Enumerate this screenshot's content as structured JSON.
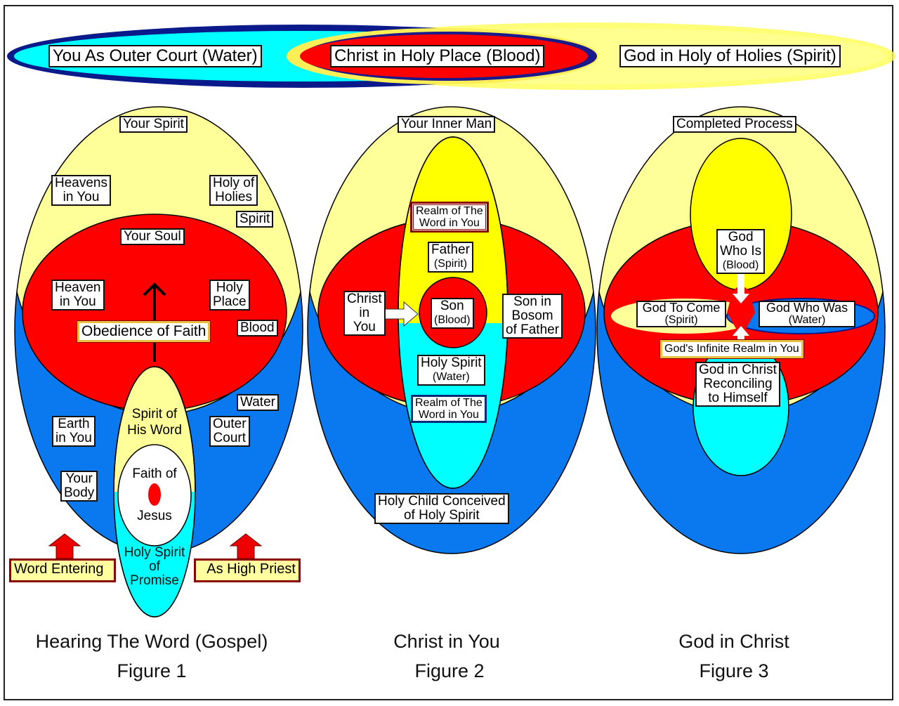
{
  "banner": {
    "outer_court": "You As Outer Court (Water)",
    "holy_place": "Christ in Holy Place (Blood)",
    "holy_of_holies": "God in Holy of Holies (Spirit)"
  },
  "colors": {
    "spirit_yellow": "#ffff99",
    "soul_red": "#ff0000",
    "body_blue": "#0a78ef",
    "water_cyan": "#00ffff",
    "bright_yellow": "#ffff00",
    "navy": "#0a1a8a"
  },
  "figure1": {
    "your_spirit": "Your Spirit",
    "heavens_in_you": [
      "Heavens",
      "in You"
    ],
    "holy_of_holies": [
      "Holy of",
      "Holies"
    ],
    "spirit": "Spirit",
    "your_soul": "Your Soul",
    "heaven_in_you": [
      "Heaven",
      "in You"
    ],
    "holy_place": [
      "Holy",
      "Place"
    ],
    "obedience_of_faith": "Obedience of Faith",
    "blood": "Blood",
    "water": "Water",
    "earth_in_you": [
      "Earth",
      "in You"
    ],
    "outer_court": [
      "Outer",
      "Court"
    ],
    "your_body": [
      "Your",
      "Body"
    ],
    "spirit_of_his_word": [
      "Spirit of",
      "His Word"
    ],
    "faith_of": "Faith of",
    "jesus": "Jesus",
    "holy_spirit_of_promise": [
      "Holy Spirit",
      "of",
      "Promise"
    ],
    "word_entering": "Word Entering",
    "as_high_priest": "As High Priest",
    "caption_title": "Hearing The Word (Gospel)",
    "caption_figure": "Figure 1"
  },
  "figure2": {
    "your_inner_man": "Your Inner Man",
    "realm_of_word_top": [
      "Realm of The",
      "Word in You"
    ],
    "father": [
      "Father",
      "(Spirit)"
    ],
    "christ_in_you": [
      "Christ",
      "in",
      "You"
    ],
    "son": [
      "Son",
      "(Blood)"
    ],
    "son_in_bosom": [
      "Son in",
      "Bosom",
      "of Father"
    ],
    "holy_spirit": [
      "Holy Spirit",
      "(Water)"
    ],
    "realm_of_word_bottom": [
      "Realm of The",
      "Word in You"
    ],
    "holy_child": [
      "Holy Child Conceived",
      "of Holy Spirit"
    ],
    "caption_title": "Christ in You",
    "caption_figure": "Figure 2"
  },
  "figure3": {
    "completed_process": "Completed Process",
    "god_who_is": [
      "God",
      "Who Is",
      "(Blood)"
    ],
    "god_to_come": [
      "God To Come",
      "(Spirit)"
    ],
    "god_who_was": [
      "God Who Was",
      "(Water)"
    ],
    "gods_infinite_realm": "God's Infinite Realm in You",
    "god_in_christ": [
      "God in Christ",
      "Reconciling",
      "to Himself"
    ],
    "caption_title": "God in Christ",
    "caption_figure": "Figure 3"
  }
}
